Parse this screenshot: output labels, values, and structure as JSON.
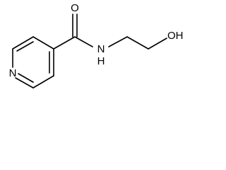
{
  "molecule": {
    "atoms": {
      "ring_nitrogen": "N",
      "carbonyl_oxygen": "O",
      "amide_nitrogen": "N",
      "amide_hydrogen": "H",
      "hydroxyl_group": "OH"
    }
  }
}
